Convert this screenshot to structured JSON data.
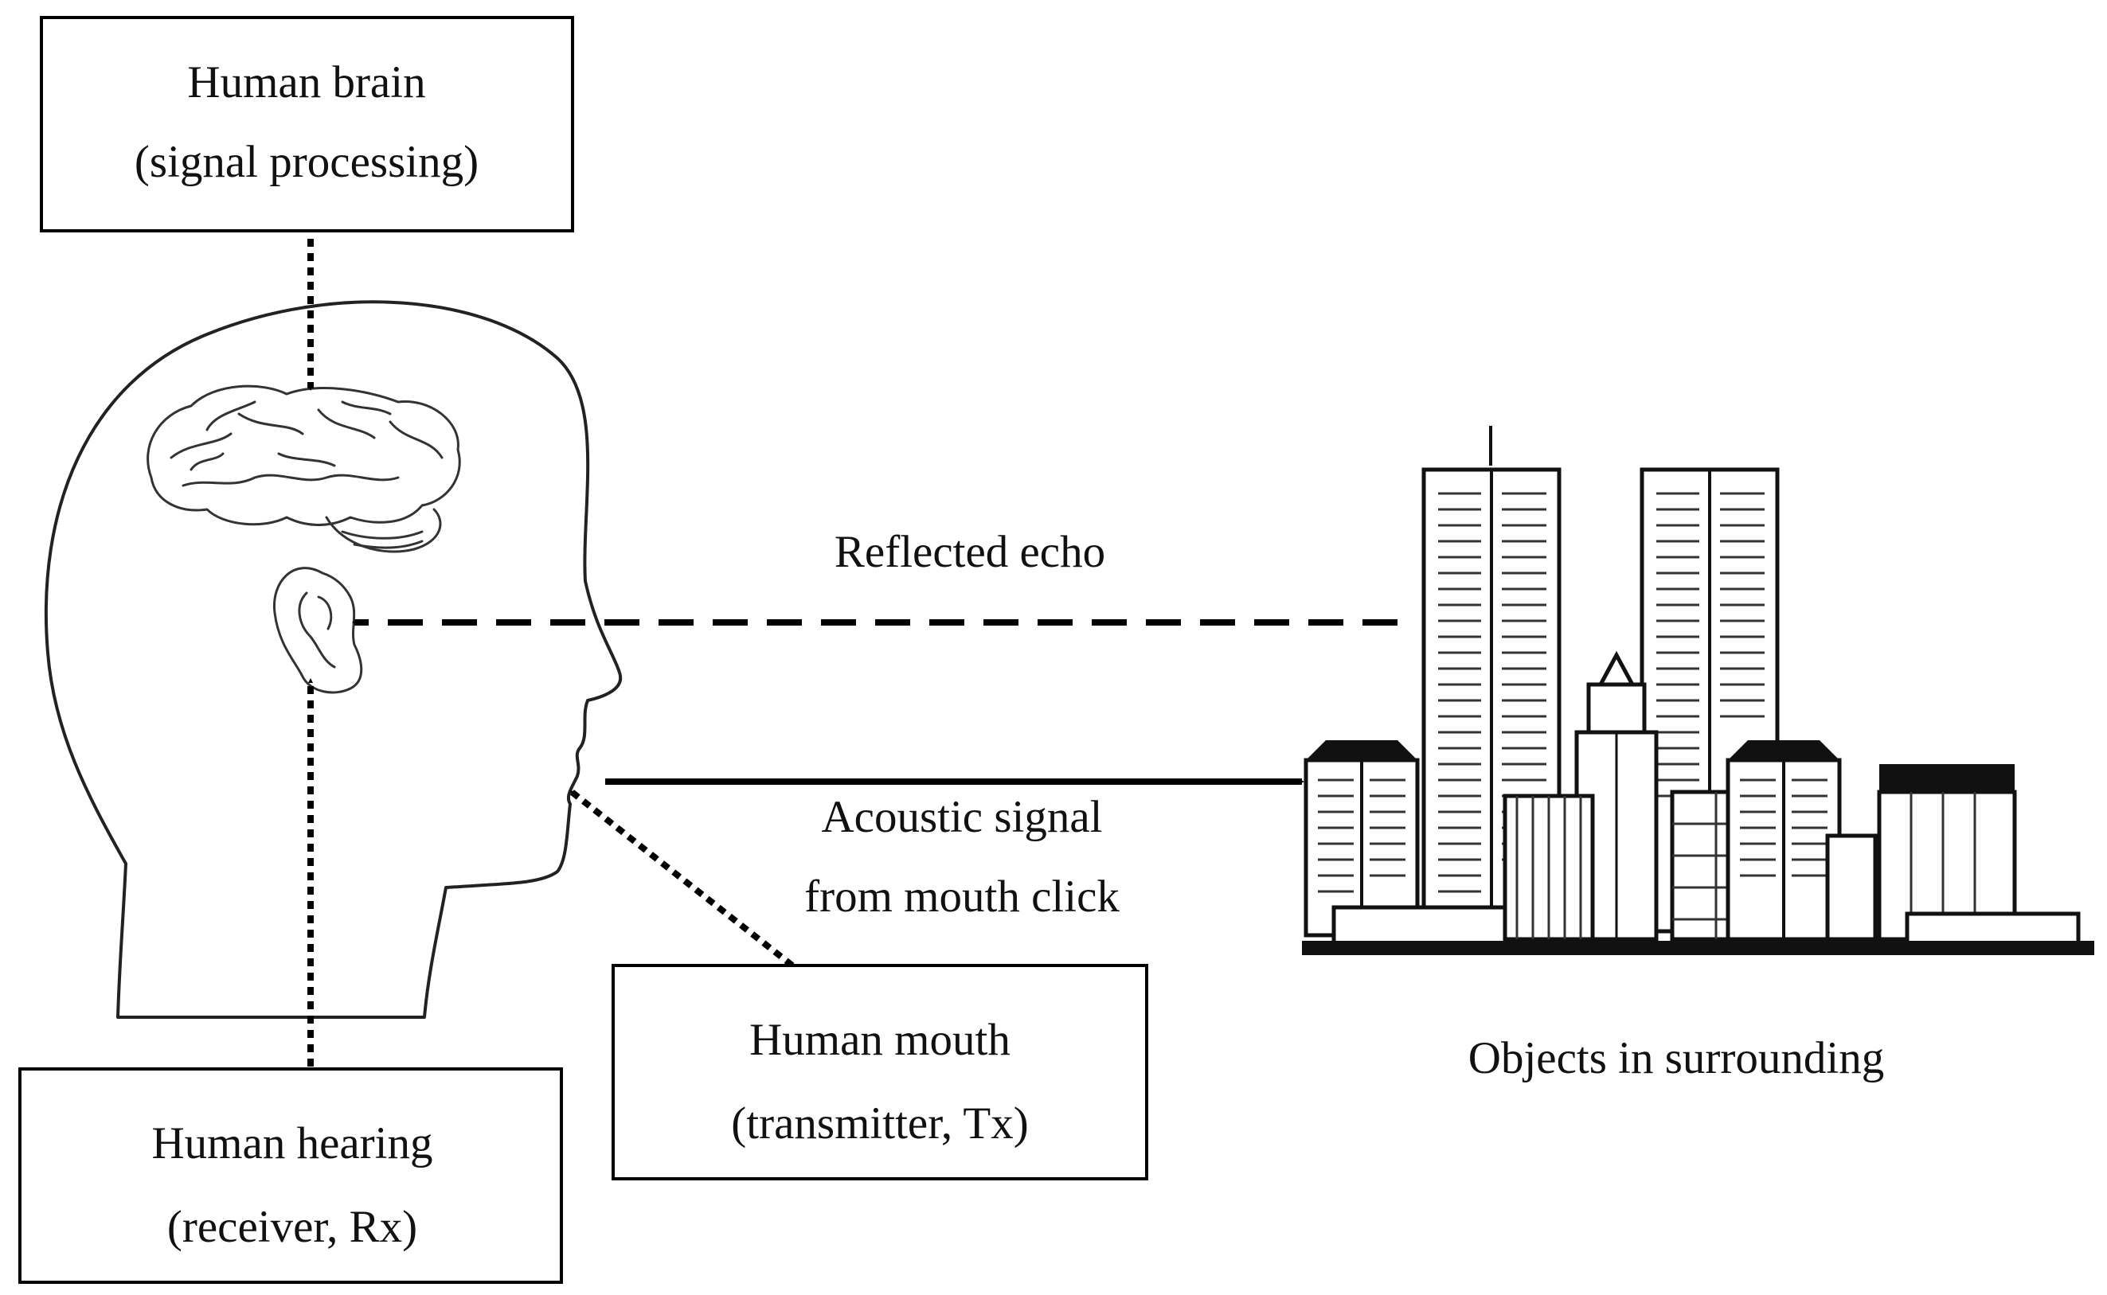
{
  "boxes": {
    "brain": {
      "line1": "Human brain",
      "line2": "(signal processing)"
    },
    "hearing": {
      "line1": "Human hearing",
      "line2": "(receiver, Rx)"
    },
    "mouth": {
      "line1": "Human mouth",
      "line2": "(transmitter, Tx)"
    }
  },
  "labels": {
    "echo": "Reflected echo",
    "signal_line1": "Acoustic signal",
    "signal_line2": "from mouth click",
    "objects": "Objects in surrounding"
  },
  "colors": {
    "ink": "#000000",
    "background": "#ffffff"
  }
}
